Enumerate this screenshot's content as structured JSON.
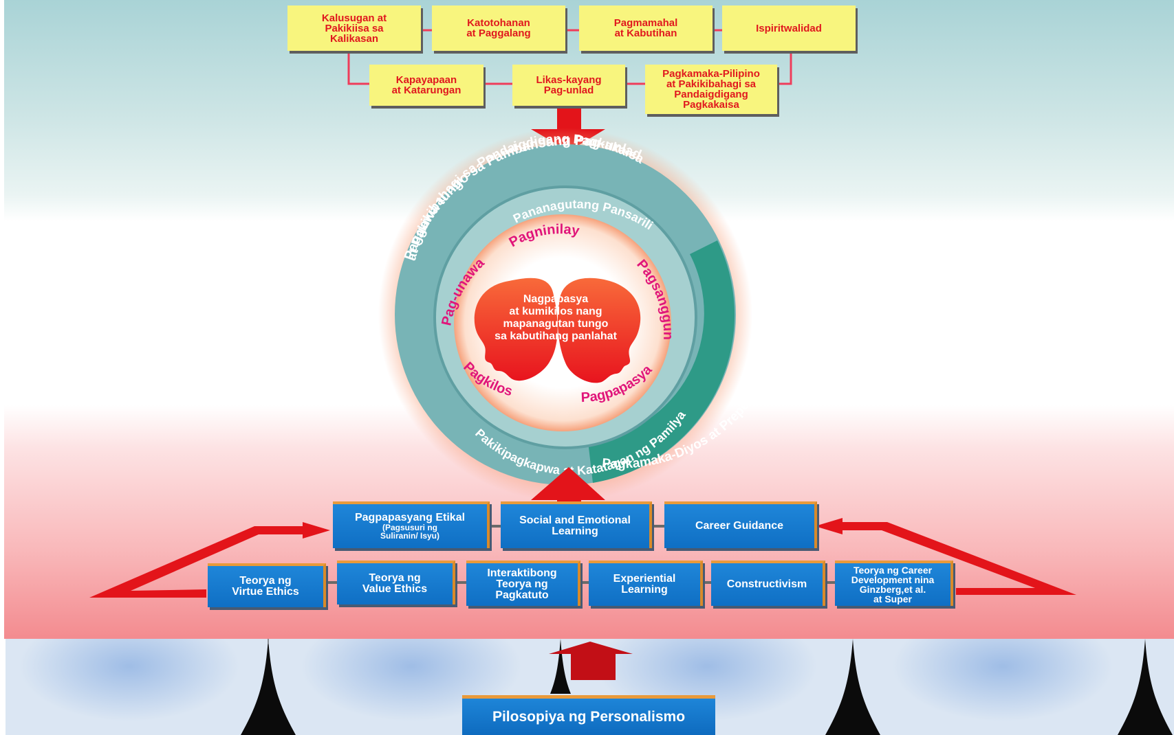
{
  "top_values": {
    "row1": [
      "Kalusugan at\nPakikiisa sa\nKalikasan",
      "Katotohanan\nat Paggalang",
      "Pagmamahal\nat Kabutihan",
      "Ispiritwalidad"
    ],
    "row2": [
      "Kapayapaan\nat Katarungan",
      "Likas-kayang\nPag-unlad",
      "Pagkamaka-Pilipino\nat Pakikibahagi sa\nPandaigdigang\nPagkakaisa"
    ]
  },
  "rings": {
    "outer_line1": "Paggawa tungo sa Pambansang Pag-unlad",
    "outer_line2": "at Pakikibahagi sa Pandaigdigang Pagkakaisa",
    "outer_right": "Pagkamaka-Diyos at Preperensya sa Kabutihan",
    "middle_top": "Pananagutang Pansarili",
    "middle_bottom": "Pakikipagkapwa at Katatagan ng Pamilya",
    "inner_top": "Pagninilay",
    "inner_left": "Pag-unawa",
    "inner_right": "Pagsangguni",
    "inner_bottom_left": "Pagkilos",
    "inner_bottom_right": "Pagpapasya",
    "center_text": [
      "Nagpapasya",
      "at kumikilos nang",
      "mapanagutan tungo",
      "sa kabutihang panlahat"
    ]
  },
  "approaches": {
    "row1": [
      {
        "title": "Pagpapasyang Etikal",
        "sub": "(Pagsusuri ng\nSuliranin/ Isyu)"
      },
      {
        "title": "Social and Emotional\nLearning",
        "sub": ""
      },
      {
        "title": "Career Guidance",
        "sub": ""
      }
    ],
    "row2": [
      "Teorya ng\nVirtue Ethics",
      "Teorya ng\nValue Ethics",
      "Interaktibong\nTeorya ng\nPagkatuto",
      "Experiential\nLearning",
      "Constructivism",
      "Teorya ng Career\nDevelopment nina\nGinzberg,et al.\nat Super"
    ]
  },
  "foundation": "Pilosopiya ng Personalismo",
  "colors": {
    "yellow_box": "#f8f57e",
    "red_text": "#e0181e",
    "blue_box": "#1a7fd4",
    "teal_ring": "#6fb0b3",
    "magenta_text": "#e0157a",
    "arrow_red": "#e3141a"
  }
}
